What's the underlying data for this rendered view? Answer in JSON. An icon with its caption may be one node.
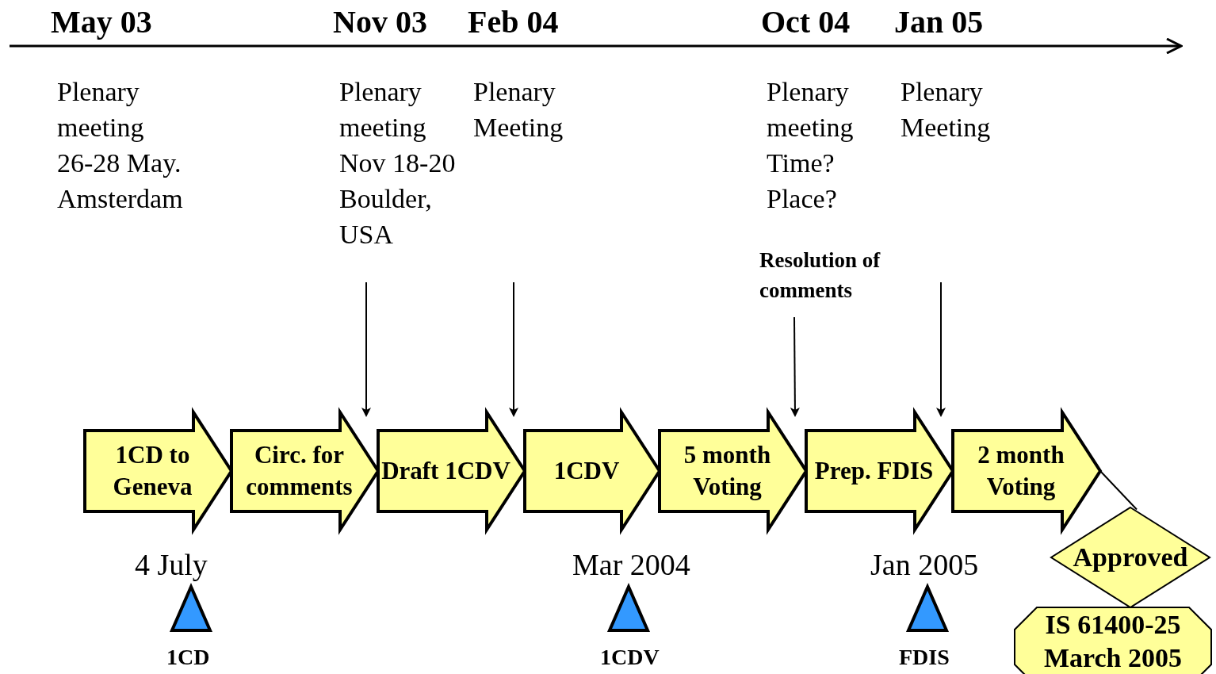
{
  "diagram": {
    "nodes": [
      {
        "text": [
          "1CD to Geneva"
        ]
      },
      {
        "text": [
          "Circ. for comments"
        ]
      },
      {
        "text": [
          "Draft 1CDV"
        ]
      },
      {
        "text": [
          "1CDV"
        ]
      },
      {
        "text": [
          "5 month Voting"
        ]
      },
      {
        "text": [
          "Prep. FDIS"
        ]
      },
      {
        "text": [
          "2 month Voting"
        ]
      },
      {
        "text": [
          "Approved"
        ]
      },
      {
        "text": [
          "IS 61400-25 March 2005"
        ]
      },
      {
        "text": [
          "Resolution of comments"
        ]
      }
    ],
    "edges": [
      {
        "from": null,
        "to": 2,
        "arrow": "to"
      },
      {
        "from": null,
        "to": 3,
        "arrow": "to"
      },
      {
        "from": 9,
        "to": 5,
        "arrow": "to"
      },
      {
        "from": null,
        "to": 6,
        "arrow": "to"
      },
      {
        "from": 6,
        "to": 7,
        "arrow": "none"
      }
    ],
    "labels": [
      "May 03",
      "Nov 03",
      "Feb 04",
      "Oct 04",
      "Jan 05",
      "Plenary meeting 26-28 May. Amsterdam",
      "Plenary meeting Nov 18-20 Boulder, USA",
      "Plenary Meeting",
      "Plenary meeting Time? Place?",
      "Plenary Meeting",
      "4 July",
      "Mar 2004",
      "Jan 2005",
      "1CD",
      "1CDV",
      "FDIS"
    ]
  }
}
